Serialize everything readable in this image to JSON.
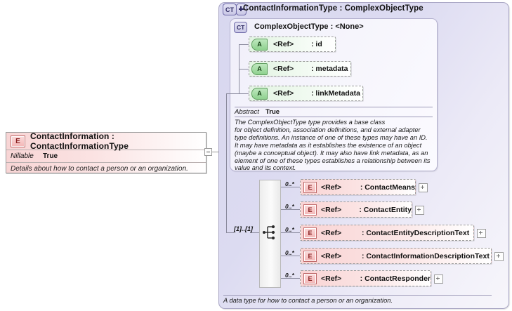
{
  "diagram": {
    "kind": "xsd-schema-diagram",
    "background": "#ffffff"
  },
  "element": {
    "badge": "E",
    "title": "ContactInformation : ContactInformationType",
    "properties": [
      {
        "key": "Nillable",
        "value": "True"
      }
    ],
    "documentation": "Details about how to contact a person or an organization."
  },
  "connector": {
    "collapse_icon": "minus-icon"
  },
  "outer_type": {
    "badge": "CT",
    "expander": "plus-icon",
    "title": "ContactInformationType : ComplexObjectType"
  },
  "inner_type": {
    "badge": "CT",
    "title": "ComplexObjectType : <None>",
    "attributes": [
      {
        "badge": "A",
        "ref": "<Ref>",
        "name": ": id"
      },
      {
        "badge": "A",
        "ref": "<Ref>",
        "name": ": metadata"
      },
      {
        "badge": "A",
        "ref": "<Ref>",
        "name": ": linkMetadata"
      }
    ],
    "abstract": {
      "key": "Abstract",
      "value": "True"
    },
    "documentation_lines": [
      "The ComplexObjectType type provides a base class",
      "for object definition, association definitions, and external adapter",
      "type definitions. An instance of one of these types may have an ID.",
      "It may have metadata as it establishes the existence of an object",
      "(maybe a conceptual object). It may also have link metadata, as an",
      "element of one of these types establishes a relationship between its",
      "value and its context."
    ]
  },
  "sequence": {
    "icon": "sequence-compositor-icon",
    "occurrence": "[1]..[1]",
    "children": [
      {
        "occurs": "0..*",
        "badge": "E",
        "ref": "<Ref>",
        "name": ": ContactMeans",
        "expander": "plus-icon"
      },
      {
        "occurs": "0..*",
        "badge": "E",
        "ref": "<Ref>",
        "name": ": ContactEntity",
        "expander": "plus-icon"
      },
      {
        "occurs": "0..*",
        "badge": "E",
        "ref": "<Ref>",
        "name": ": ContactEntityDescriptionText",
        "expander": "plus-icon"
      },
      {
        "occurs": "0..*",
        "badge": "E",
        "ref": "<Ref>",
        "name": ": ContactInformationDescriptionText",
        "expander": "plus-icon"
      },
      {
        "occurs": "0..*",
        "badge": "E",
        "ref": "<Ref>",
        "name": ": ContactResponder",
        "expander": "plus-icon"
      }
    ]
  },
  "type_documentation": "A data type for how to contact a person or an organization.",
  "colors": {
    "element_fill": "#f8d5d5",
    "attribute_fill": "#e2f3e2",
    "panel_fill": "#d8d7ef",
    "inner_panel_fill": "#f0effa",
    "border": "#9b9b9b"
  }
}
